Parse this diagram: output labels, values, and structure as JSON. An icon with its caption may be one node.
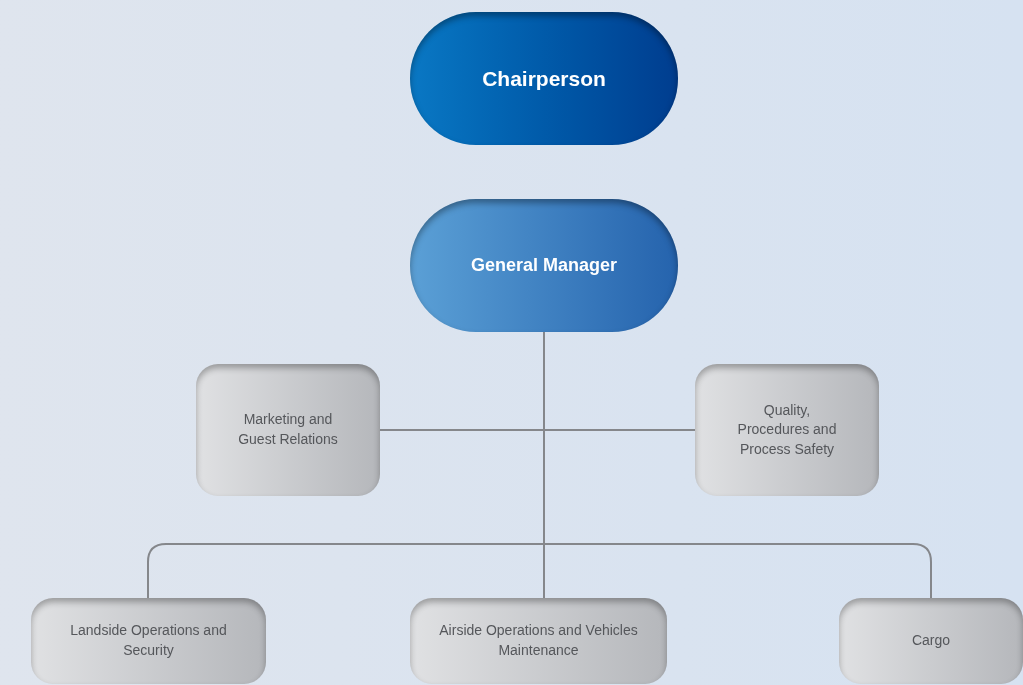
{
  "diagram": {
    "nodes": [
      {
        "text": [
          "Chairperson"
        ]
      },
      {
        "text": [
          "General Manager"
        ]
      },
      {
        "text": [
          "Marketing and Guest Relations"
        ]
      },
      {
        "text": [
          "Quality, Procedures and Process Safety"
        ]
      },
      {
        "text": [
          "Landside Operations and Security"
        ]
      },
      {
        "text": [
          "Airside Operations and Vehicles Maintenance"
        ]
      },
      {
        "text": [
          "Cargo"
        ]
      }
    ],
    "edges": [
      {
        "from": 1,
        "to": 2,
        "arrow": "none"
      },
      {
        "from": 1,
        "to": 3,
        "arrow": "none"
      },
      {
        "from": 1,
        "to": 4,
        "arrow": "none"
      },
      {
        "from": 1,
        "to": 5,
        "arrow": "none"
      },
      {
        "from": 1,
        "to": 6,
        "arrow": "none"
      }
    ]
  }
}
